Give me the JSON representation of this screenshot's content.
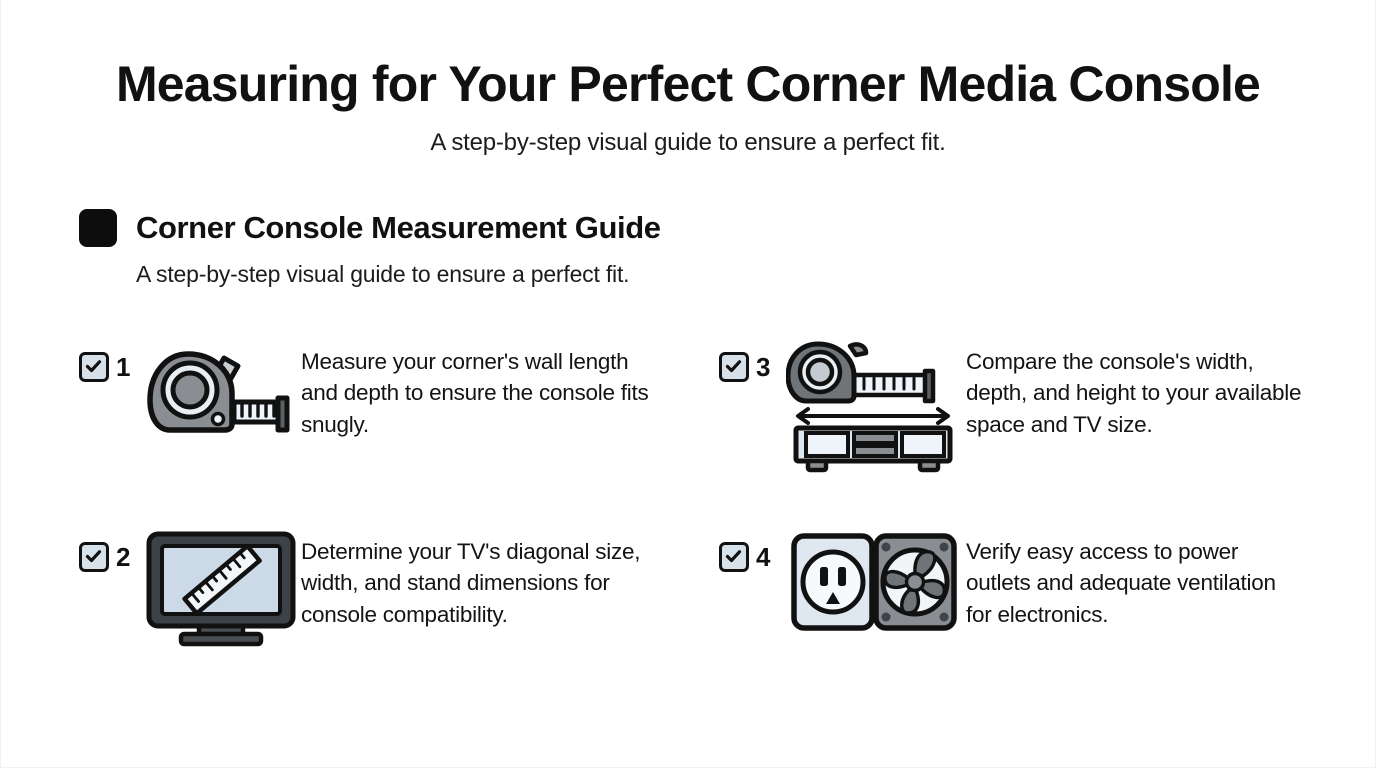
{
  "hero": {
    "title": "Measuring for Your Perfect Corner Media Console",
    "subtitle": "A step-by-step visual guide to ensure a perfect fit."
  },
  "section": {
    "icon": "black-rounded-square-bullet",
    "title": "Corner Console Measurement Guide",
    "subtitle": "A step-by-step visual guide to ensure a perfect fit."
  },
  "steps": [
    {
      "number": "1",
      "checked": true,
      "icon": "tape-measure-icon",
      "text": "Measure your corner's wall length and depth to ensure the console fits snugly."
    },
    {
      "number": "2",
      "checked": true,
      "icon": "tv-with-ruler-icon",
      "text": "Determine your TV's diagonal size, width, and stand dimensions for console compatibility."
    },
    {
      "number": "3",
      "checked": true,
      "icon": "tape-measure-over-console-icon",
      "text": "Compare the console's width, depth, and height to your available space and TV size."
    },
    {
      "number": "4",
      "checked": true,
      "icon": "outlet-and-fan-icon",
      "text": "Verify easy access to power outlets and adequate ventilation for electronics."
    }
  ],
  "colors": {
    "background": "#ffffff",
    "text": "#141414",
    "bullet": "#0d0d0d",
    "checkbox_fill": "#d6e1ea",
    "outline": "#111111",
    "metal_gray": "#8a8d91",
    "light_blue": "#dde7f0",
    "screen_blue": "#ccd9e6"
  }
}
